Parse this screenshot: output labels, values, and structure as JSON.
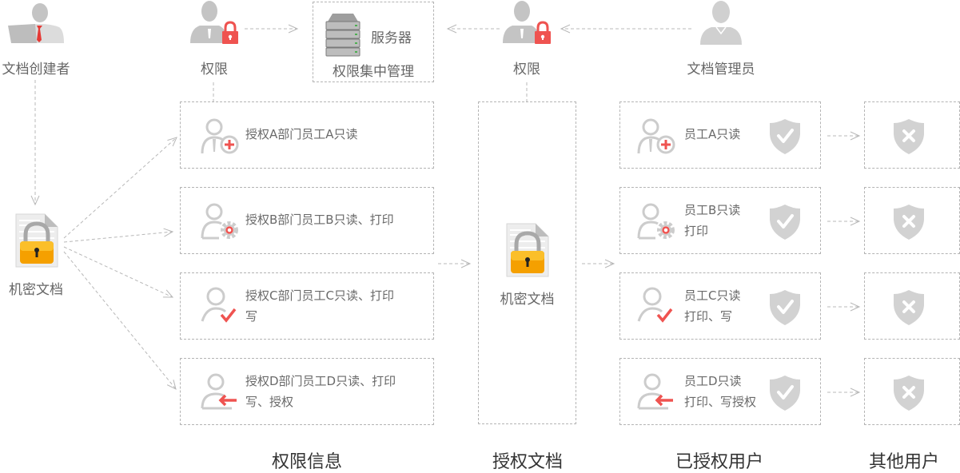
{
  "top": {
    "creator_label": "文档创建者",
    "permission_left_label": "权限",
    "server_label": "服务器",
    "server_caption": "权限集中管理",
    "permission_right_label": "权限",
    "admin_label": "文档管理员"
  },
  "source_doc": {
    "label": "机密文档"
  },
  "permission_info": {
    "items": [
      {
        "icon": "user-add-icon",
        "lines": [
          "授权A部门员工A只读"
        ]
      },
      {
        "icon": "user-settings-icon",
        "lines": [
          "授权B部门员工B只读、打印"
        ]
      },
      {
        "icon": "user-check-icon",
        "lines": [
          "授权C部门员工C只读、打印",
          "写"
        ]
      },
      {
        "icon": "user-arrow-icon",
        "lines": [
          "授权D部门员工D只读、打印",
          "写、授权"
        ]
      }
    ]
  },
  "authorized_doc": {
    "label": "机密文档"
  },
  "authorized_users": {
    "items": [
      {
        "icon": "user-add-icon",
        "lines": [
          "员工A只读"
        ],
        "status": "shield-check-icon"
      },
      {
        "icon": "user-settings-icon",
        "lines": [
          "员工B只读",
          "打印"
        ],
        "status": "shield-check-icon"
      },
      {
        "icon": "user-check-icon",
        "lines": [
          "员工C只读",
          "打印、写"
        ],
        "status": "shield-check-icon"
      },
      {
        "icon": "user-arrow-icon",
        "lines": [
          "员工D只读",
          "打印、写授权"
        ],
        "status": "shield-check-icon"
      }
    ]
  },
  "other_users": {
    "items": [
      {
        "status": "shield-x-icon"
      },
      {
        "status": "shield-x-icon"
      },
      {
        "status": "shield-x-icon"
      },
      {
        "status": "shield-x-icon"
      }
    ]
  },
  "footer": {
    "col1": "权限信息",
    "col2": "授权文档",
    "col3": "已授权用户",
    "col4": "其他用户"
  },
  "colors": {
    "accent_red": "#ef5350",
    "icon_gray": "#c8c8c8",
    "lock_orange": "#f5a000"
  }
}
